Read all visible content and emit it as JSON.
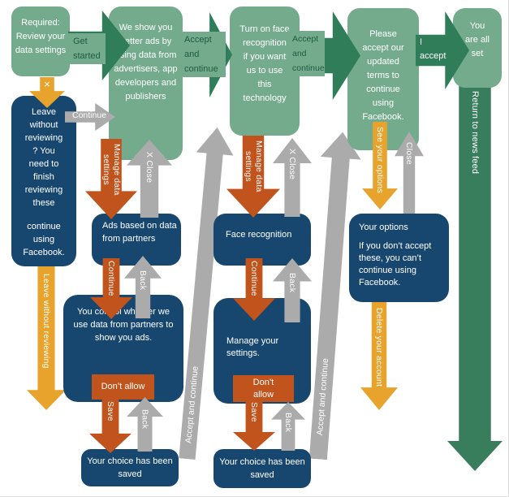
{
  "colors": {
    "light_green": "#74AB8D",
    "dark_green": "#2F7E59",
    "deep_green_text": "#1D5C42",
    "return_green": "#397E5C",
    "dark_blue": "#17476E",
    "orange": "#C1531D",
    "yellow": "#E8A32D",
    "gray": "#ABABAB",
    "white": "#FFFFFF"
  },
  "top_row": {
    "required_box": "Required: Review your data settings",
    "get_started": "Get started",
    "better_ads_box": "We show you better ads by using data from advertisers, app developers and publishers",
    "accept_continue_1": "Accept and continue",
    "face_box": "Turn on face recognition if you want us to use this technology",
    "accept_continue_2": "Accept and continue",
    "terms_box": "Please accept our updated terms to continue using Facebook.",
    "i_accept": "I accept",
    "all_set_box": "You are all set"
  },
  "ads_flow": {
    "close_x": "×",
    "leave_box_line1": "Leave without reviewing ? You need to finish reviewing these",
    "leave_box_line2": "continue using Facebook.",
    "continue_back_to_flow": "Continue",
    "manage_data_settings": "Manage data settings",
    "x_close": "X Close",
    "ads_partners_box": "Ads based on data from partners",
    "continue_down": "Continue",
    "back_upper": "Back",
    "control_box": "You control whether we use data from partners to show you ads.",
    "dont_allow": "Don’t allow",
    "save": "Save",
    "back_lower": "Back",
    "saved_box": "Your choice has been saved",
    "leave_without_reviewing": "Leave without reviewing",
    "accept_and_continue_return": "Accept and continue"
  },
  "face_flow": {
    "manage_data_settings": "Manage data settings",
    "x_close": "X Close",
    "face_recognition_box": "Face recognition",
    "continue_down": "Continue",
    "back_upper": "Back",
    "manage_settings_box": "Manage your settings.",
    "dont_allow": "Don’t allow",
    "save": "Save",
    "back_lower": "Back",
    "saved_box": "Your choice has been saved",
    "accept_and_continue_return": "Accept and continue"
  },
  "terms_flow": {
    "see_your_options": "See your options",
    "close": "Close",
    "options_title": "Your options",
    "options_body": "If you don’t accept these, you can’t continue using Facebook.",
    "delete_your_account": "Delete your account"
  },
  "exit": {
    "return_to_news_feed": "Return to news feed"
  }
}
